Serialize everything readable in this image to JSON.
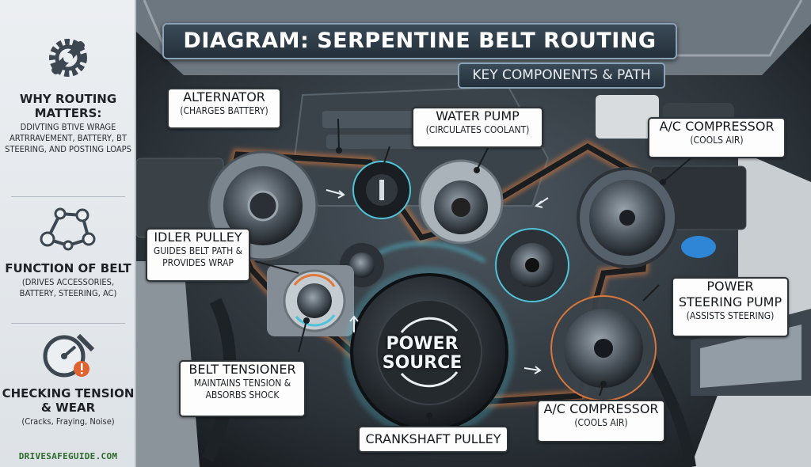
{
  "title": "DIAGRAM: SERPENTINE BELT ROUTING",
  "subtitle": "KEY COMPONENTS & PATH",
  "sidebar": {
    "sections": [
      {
        "icon": "gear-wrench-icon",
        "title": "WHY ROUTING MATTERS:",
        "body": "DDIVTING BTIVE WRAGE ARTRRAVEMENT, BATTERY, BT STEERING, AND POSTING LOAPS"
      },
      {
        "icon": "belt-routing-icon",
        "title": "FUNCTION OF BELT",
        "body": "(DRIVES ACCESSORIES, BATTERY, STEERING, AC)"
      },
      {
        "icon": "gauge-warning-icon",
        "title": "CHECKING TENSION & WEAR",
        "body": "(Cracks, Fraying, Noise)"
      }
    ],
    "brand": "DRIVESAFEGUIDE.COM"
  },
  "callouts": {
    "alternator": {
      "name": "ALTERNATOR",
      "desc": "(CHARGES BATTERY)"
    },
    "water_pump": {
      "name": "WATER PUMP",
      "desc": "(CIRCULATES COOLANT)"
    },
    "ac_top": {
      "name": "A/C COMPRESSOR",
      "desc": "(COOLS AIR)"
    },
    "idler": {
      "name": "IDLER PULLEY",
      "desc": "GUIDES BELT PATH & PROVIDES WRAP"
    },
    "power_steering": {
      "name": "POWER STEERING PUMP",
      "desc": "(ASSISTS STEERING)"
    },
    "tensioner": {
      "name": "BELT TENSIONER",
      "desc": "MAINTAINS TENSION & ABSORBS SHOCK"
    },
    "crankshaft": {
      "name": "CRANKSHAFT PULLEY"
    },
    "ac_bottom": {
      "name": "A/C COMPRESSOR",
      "desc": "(COOLS AIR)"
    }
  },
  "power_source": "POWER SOURCE",
  "colors": {
    "belt_glow": "#e07a3a",
    "accent_glow": "#4fc3d9",
    "label_bg": "#fdfdfd",
    "title_bg": "#2f3d49"
  }
}
